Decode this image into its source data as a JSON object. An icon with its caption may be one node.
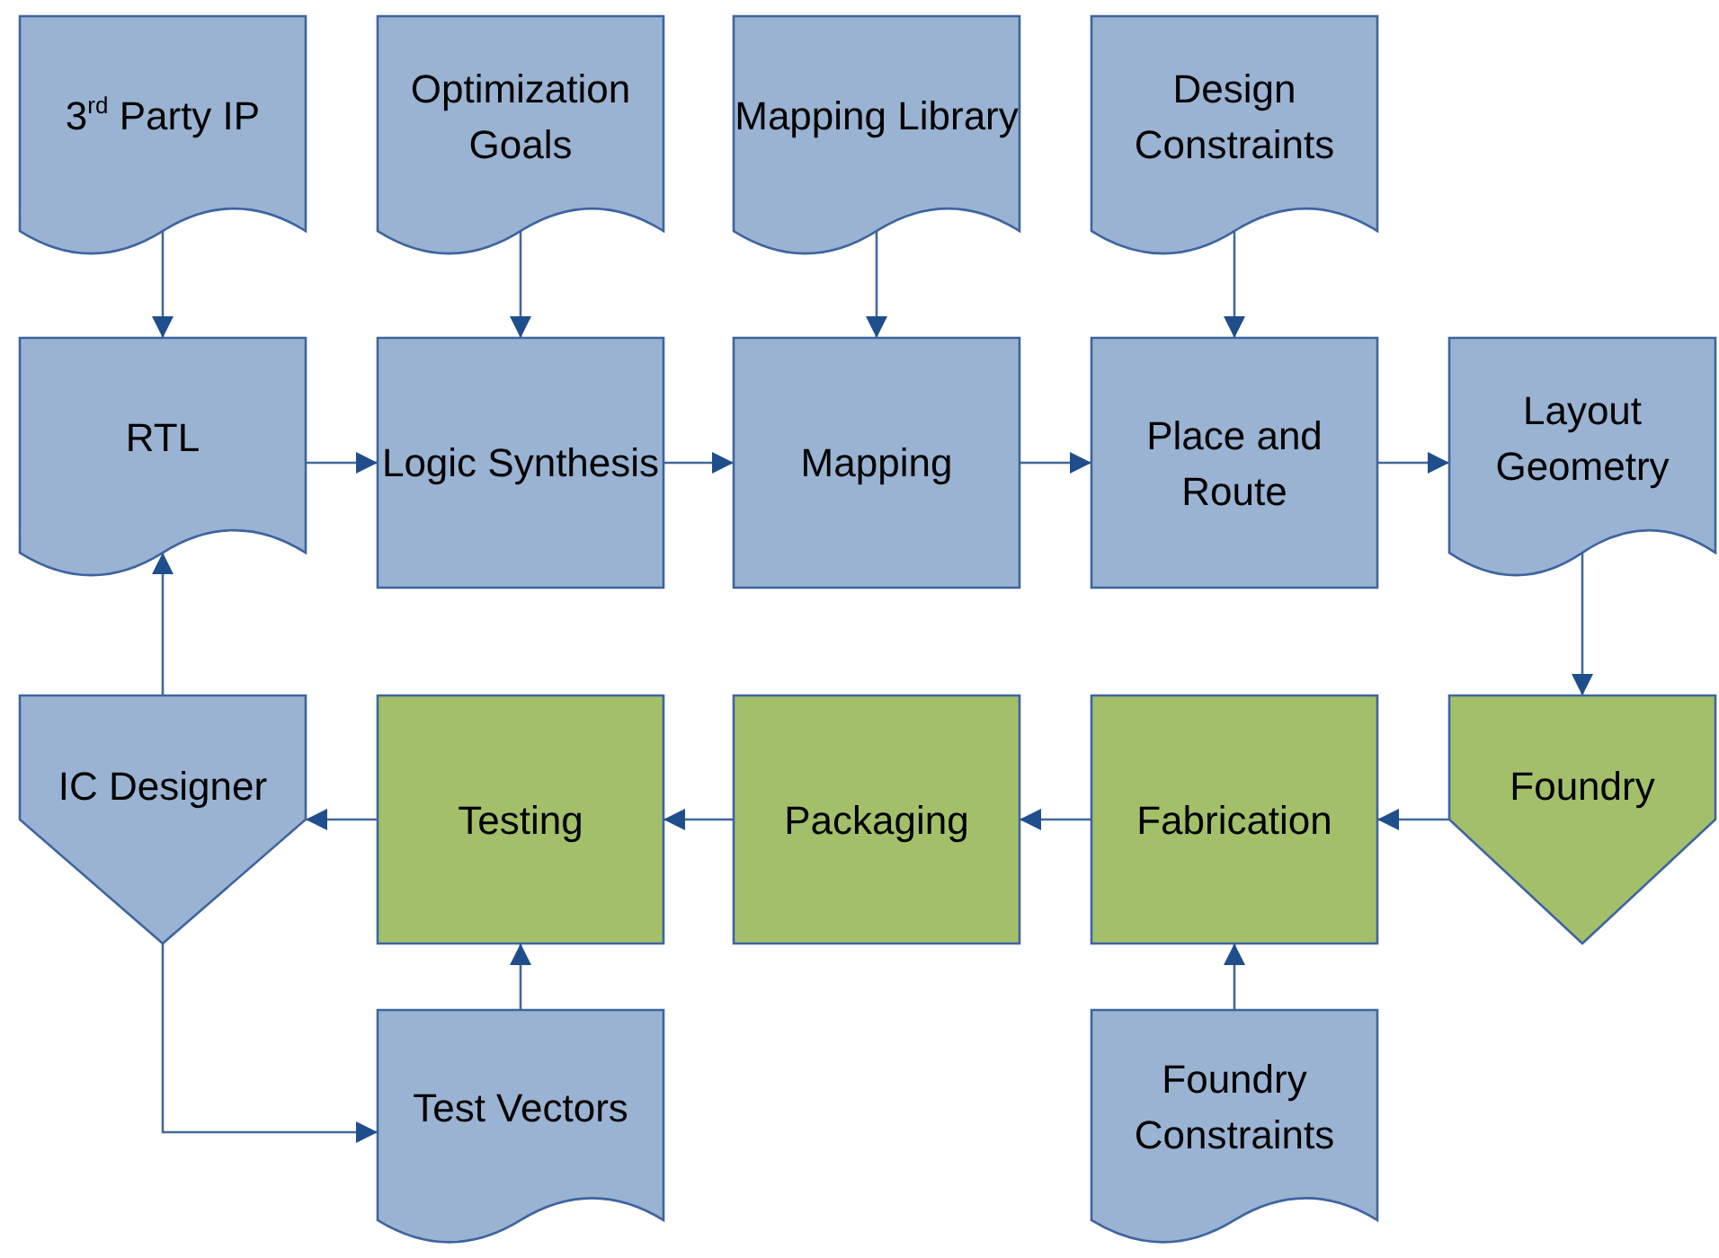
{
  "diagram": {
    "nodes": [
      {
        "text": [
          "3$^{rd}$ Party IP"
        ]
      },
      {
        "text": [
          "Optimization Goals"
        ]
      },
      {
        "text": [
          "Mapping Library"
        ]
      },
      {
        "text": [
          "Design Constraints"
        ]
      },
      {
        "text": [
          "RTL"
        ]
      },
      {
        "text": [
          "Logic Synthesis"
        ]
      },
      {
        "text": [
          "Mapping"
        ]
      },
      {
        "text": [
          "Place and Route"
        ]
      },
      {
        "text": [
          "Layout Geometry"
        ]
      },
      {
        "text": [
          "IC Designer"
        ]
      },
      {
        "text": [
          "Testing"
        ]
      },
      {
        "text": [
          "Packaging"
        ]
      },
      {
        "text": [
          "Fabrication"
        ]
      },
      {
        "text": [
          "Foundry"
        ]
      },
      {
        "text": [
          "Test Vectors"
        ]
      },
      {
        "text": [
          "Foundry Constraints"
        ]
      }
    ],
    "edges": [
      {
        "from": 0,
        "to": 4,
        "arrow": "to"
      },
      {
        "from": 1,
        "to": 5,
        "arrow": "to"
      },
      {
        "from": 2,
        "to": 6,
        "arrow": "to"
      },
      {
        "from": 3,
        "to": 7,
        "arrow": "to"
      },
      {
        "from": 4,
        "to": 5,
        "arrow": "to"
      },
      {
        "from": 5,
        "to": 6,
        "arrow": "to"
      },
      {
        "from": 6,
        "to": 7,
        "arrow": "to"
      },
      {
        "from": 7,
        "to": 8,
        "arrow": "to"
      },
      {
        "from": 8,
        "to": 13,
        "arrow": "to"
      },
      {
        "from": 13,
        "to": 12,
        "arrow": "to"
      },
      {
        "from": 12,
        "to": 11,
        "arrow": "to"
      },
      {
        "from": 11,
        "to": 10,
        "arrow": "to"
      },
      {
        "from": 10,
        "to": 9,
        "arrow": "to"
      },
      {
        "from": 9,
        "to": 4,
        "arrow": "to"
      },
      {
        "from": 9,
        "to": 14,
        "arrow": "to"
      },
      {
        "from": 14,
        "to": 10,
        "arrow": "to"
      },
      {
        "from": 15,
        "to": 12,
        "arrow": "to"
      }
    ]
  }
}
